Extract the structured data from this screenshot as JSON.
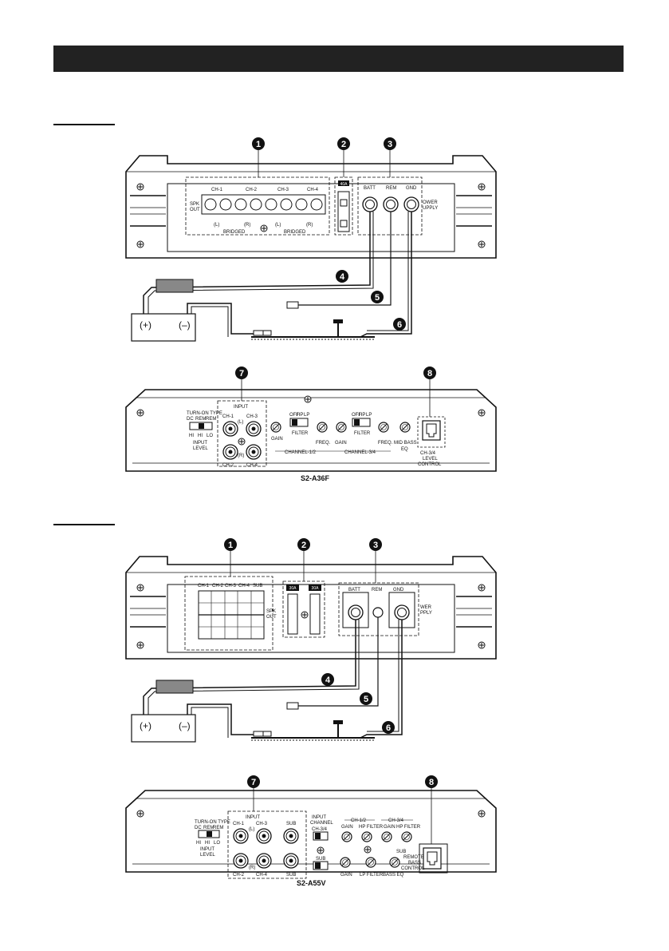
{
  "section1": {
    "top": {
      "spk_out": [
        "SPK",
        "OUT"
      ],
      "channels": [
        "CH-1",
        "CH-2",
        "CH-3",
        "CH-4"
      ],
      "bridge_lr": [
        "(L)",
        "(R)",
        "(L)",
        "(R)"
      ],
      "bridged": "BRIDGED",
      "fuse": "40A",
      "power": [
        "BATT",
        "REM",
        "GND"
      ],
      "power_supply": [
        "OWER",
        "UPPLY"
      ],
      "callouts": [
        "1",
        "2",
        "3",
        "4",
        "5",
        "6"
      ],
      "battery": [
        "(+)",
        "(–)"
      ]
    },
    "front": {
      "callouts": [
        "7",
        "8"
      ],
      "input": "INPUT",
      "inputs_top": [
        "CH-1",
        "CH-3"
      ],
      "inputs_bottom": [
        "CH-2",
        "CH-4"
      ],
      "lr": [
        "(L)",
        "(R)"
      ],
      "turn_on": "TURN-ON TYPE",
      "turn_on_opts": [
        "DC",
        "REM",
        "REM"
      ],
      "level_opts": [
        "HI",
        "HI",
        "LO"
      ],
      "input_level": [
        "INPUT",
        "LEVEL"
      ],
      "gain": "GAIN",
      "filter": "FILTER",
      "filter_opts": [
        "OFF",
        "HP",
        "LP"
      ],
      "freq": "FREQ.",
      "mid_bass_eq": [
        "MID BASS",
        "EQ"
      ],
      "channel12": "CHANNEL-1/2",
      "channel34": "CHANNEL-3/4",
      "level_control": [
        "CH-3/4",
        "LEVEL",
        "CONTROL"
      ],
      "model": "S2-A36F"
    }
  },
  "section2": {
    "top": {
      "channels": [
        "CH-1",
        "CH-2",
        "CH-3",
        "CH-4",
        "SUB"
      ],
      "spk_out": [
        "SPK",
        "OUT"
      ],
      "fuses": [
        "30A",
        "30A"
      ],
      "power": [
        "BATT",
        "REM",
        "GND"
      ],
      "power_supply": [
        "WER",
        "PPLY"
      ],
      "callouts": [
        "1",
        "2",
        "3",
        "4",
        "5",
        "6"
      ],
      "battery": [
        "(+)",
        "(–)"
      ]
    },
    "front": {
      "callouts": [
        "7",
        "8"
      ],
      "input": "INPUT",
      "inputs_top": [
        "CH-1",
        "CH-3",
        "SUB"
      ],
      "inputs_bottom": [
        "CH-2",
        "CH-4",
        "SUB"
      ],
      "lr": [
        "(L)",
        "(R)"
      ],
      "turn_on": "TURN-ON TYPE",
      "turn_on_opts": [
        "DC",
        "REM",
        "REM"
      ],
      "level_opts": [
        "HI",
        "HI",
        "LO"
      ],
      "input_level": [
        "INPUT",
        "LEVEL"
      ],
      "input_channel": [
        "INPUT",
        "CHANNEL"
      ],
      "ch34": "CH-3/4",
      "sub": "SUB",
      "ch12": "CH-1/2",
      "gain": "GAIN",
      "hp_filter": "HP FILTER",
      "lp_filter": "LP FILTER",
      "bass_eq": "BASS EQ",
      "remote": [
        "REMOTE",
        "BASS",
        "CONTROL"
      ],
      "model": "S2-A55V"
    }
  },
  "colors": {
    "bar": "#222222",
    "fuse_holder": "#888888",
    "ink": "#111111"
  }
}
